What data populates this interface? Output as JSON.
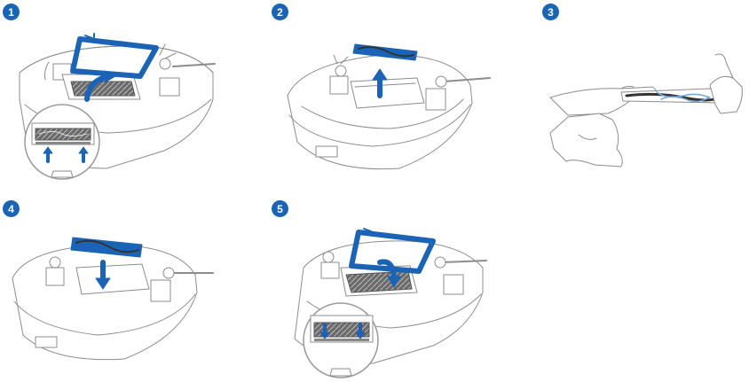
{
  "steps": [
    {
      "number": "1",
      "icon": "robot-open-cover-with-inset-icon"
    },
    {
      "number": "2",
      "icon": "robot-remove-brush-icon"
    },
    {
      "number": "3",
      "icon": "cleaning-brush-with-cloth-icon"
    },
    {
      "number": "4",
      "icon": "robot-insert-brush-icon"
    },
    {
      "number": "5",
      "icon": "robot-close-cover-with-inset-icon"
    }
  ],
  "colors": {
    "accent": "#1a63b5",
    "line": "#8c8c8c",
    "brush": "#555555"
  }
}
